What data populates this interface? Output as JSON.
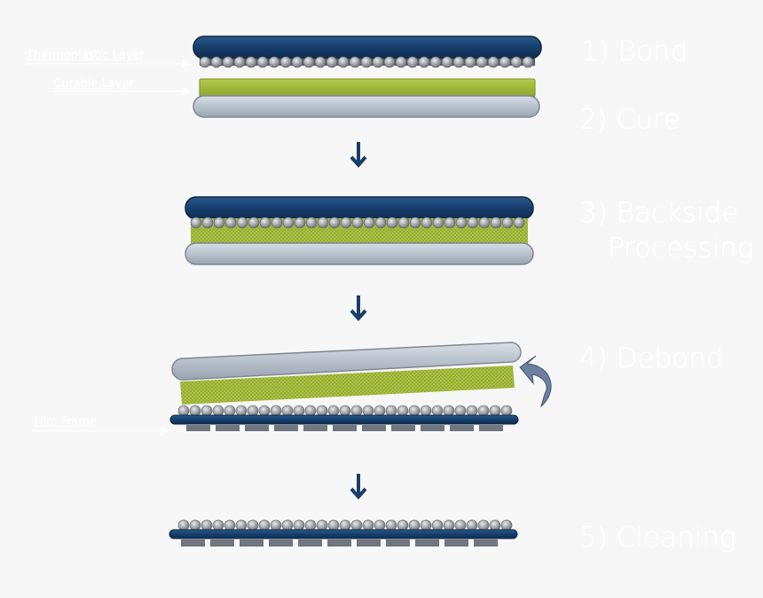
{
  "callouts": {
    "thermoplastic": "Thermoplastic Layer",
    "curable": "Curable Layer",
    "film_frame": "Film Frame"
  },
  "steps": {
    "bond": "1) Bond",
    "cure": "2) Cure",
    "backside_line1": "3) Backside",
    "backside_line2": "Processing",
    "debond": "4) Debond",
    "cleaning": "5) Cleaning"
  },
  "colors": {
    "carrier_navy": "#173e6c",
    "wafer_gray": "#b8c1cc",
    "curable_green": "#9fb63a",
    "bump_gray": "#9a9ea3",
    "arrow_navy": "#173e6c",
    "label_white": "#ffffff"
  }
}
